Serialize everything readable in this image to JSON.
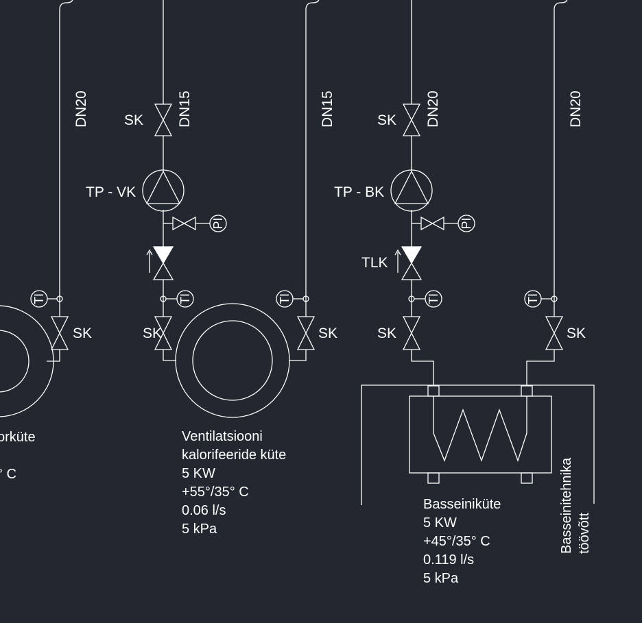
{
  "colors": {
    "background": "#232830",
    "line": "#ffffff"
  },
  "labels": {
    "dn_left": "DN20",
    "dn_vent_supply": "DN15",
    "dn_vent_return": "DN15",
    "dn_pool_supply": "DN20",
    "dn_pool_return": "DN20",
    "sk": "SK",
    "pump_vent": "TP - VK",
    "pump_pool": "TP - BK",
    "tlk": "TLK",
    "pi": "PI",
    "ti": "TI"
  },
  "notes": {
    "left_partial": [
      "orküte",
      "° C"
    ],
    "ventilation": [
      "Ventilatsiooni",
      "kalorifeeride küte",
      "5 KW",
      "+55°/35° C",
      "0.06 l/s",
      "5 kPa"
    ],
    "pool": [
      "Basseiniküte",
      "5 KW",
      "+45°/35° C",
      "0.119 l/s",
      "5 kPa"
    ],
    "pool_tech": [
      "Basseinitehnika",
      "töövõtt"
    ]
  }
}
